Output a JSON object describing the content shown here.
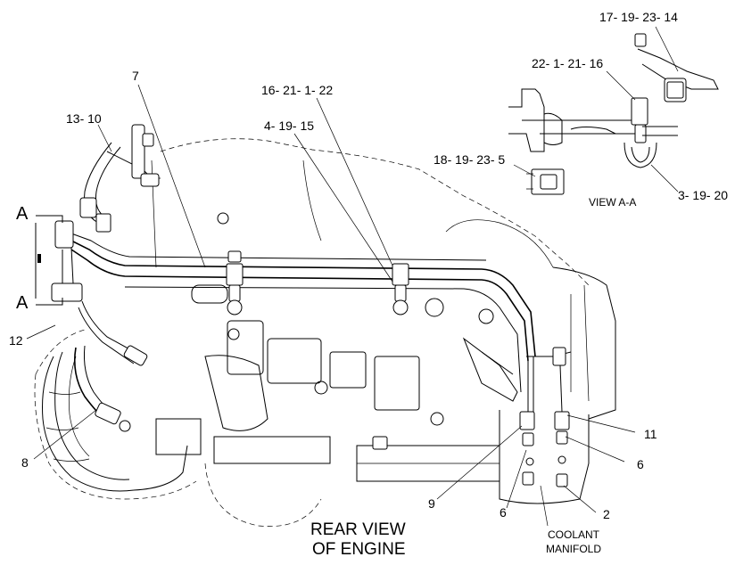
{
  "callouts": {
    "c_17_19_23_14": "17- 19- 23- 14",
    "c_22_1_21_16": "22- 1- 21- 16",
    "c_7": "7",
    "c_16_21_1_22": "16- 21- 1- 22",
    "c_13_10": "13- 10",
    "c_4_19_15": "4- 19- 15",
    "c_18_19_23_5": "18- 19- 23- 5",
    "c_3_19_20": "3- 19- 20",
    "c_12": "12",
    "c_11": "11",
    "c_6a": "6",
    "c_8": "8",
    "c_9": "9",
    "c_6b": "6",
    "c_2": "2"
  },
  "section_marks": {
    "a_top": "A",
    "a_bottom": "A"
  },
  "captions": {
    "view_aa": "VIEW A-A",
    "rear_view_line1": "REAR VIEW",
    "rear_view_line2": "OF ENGINE",
    "coolant_line1": "COOLANT",
    "coolant_line2": "MANIFOLD"
  }
}
